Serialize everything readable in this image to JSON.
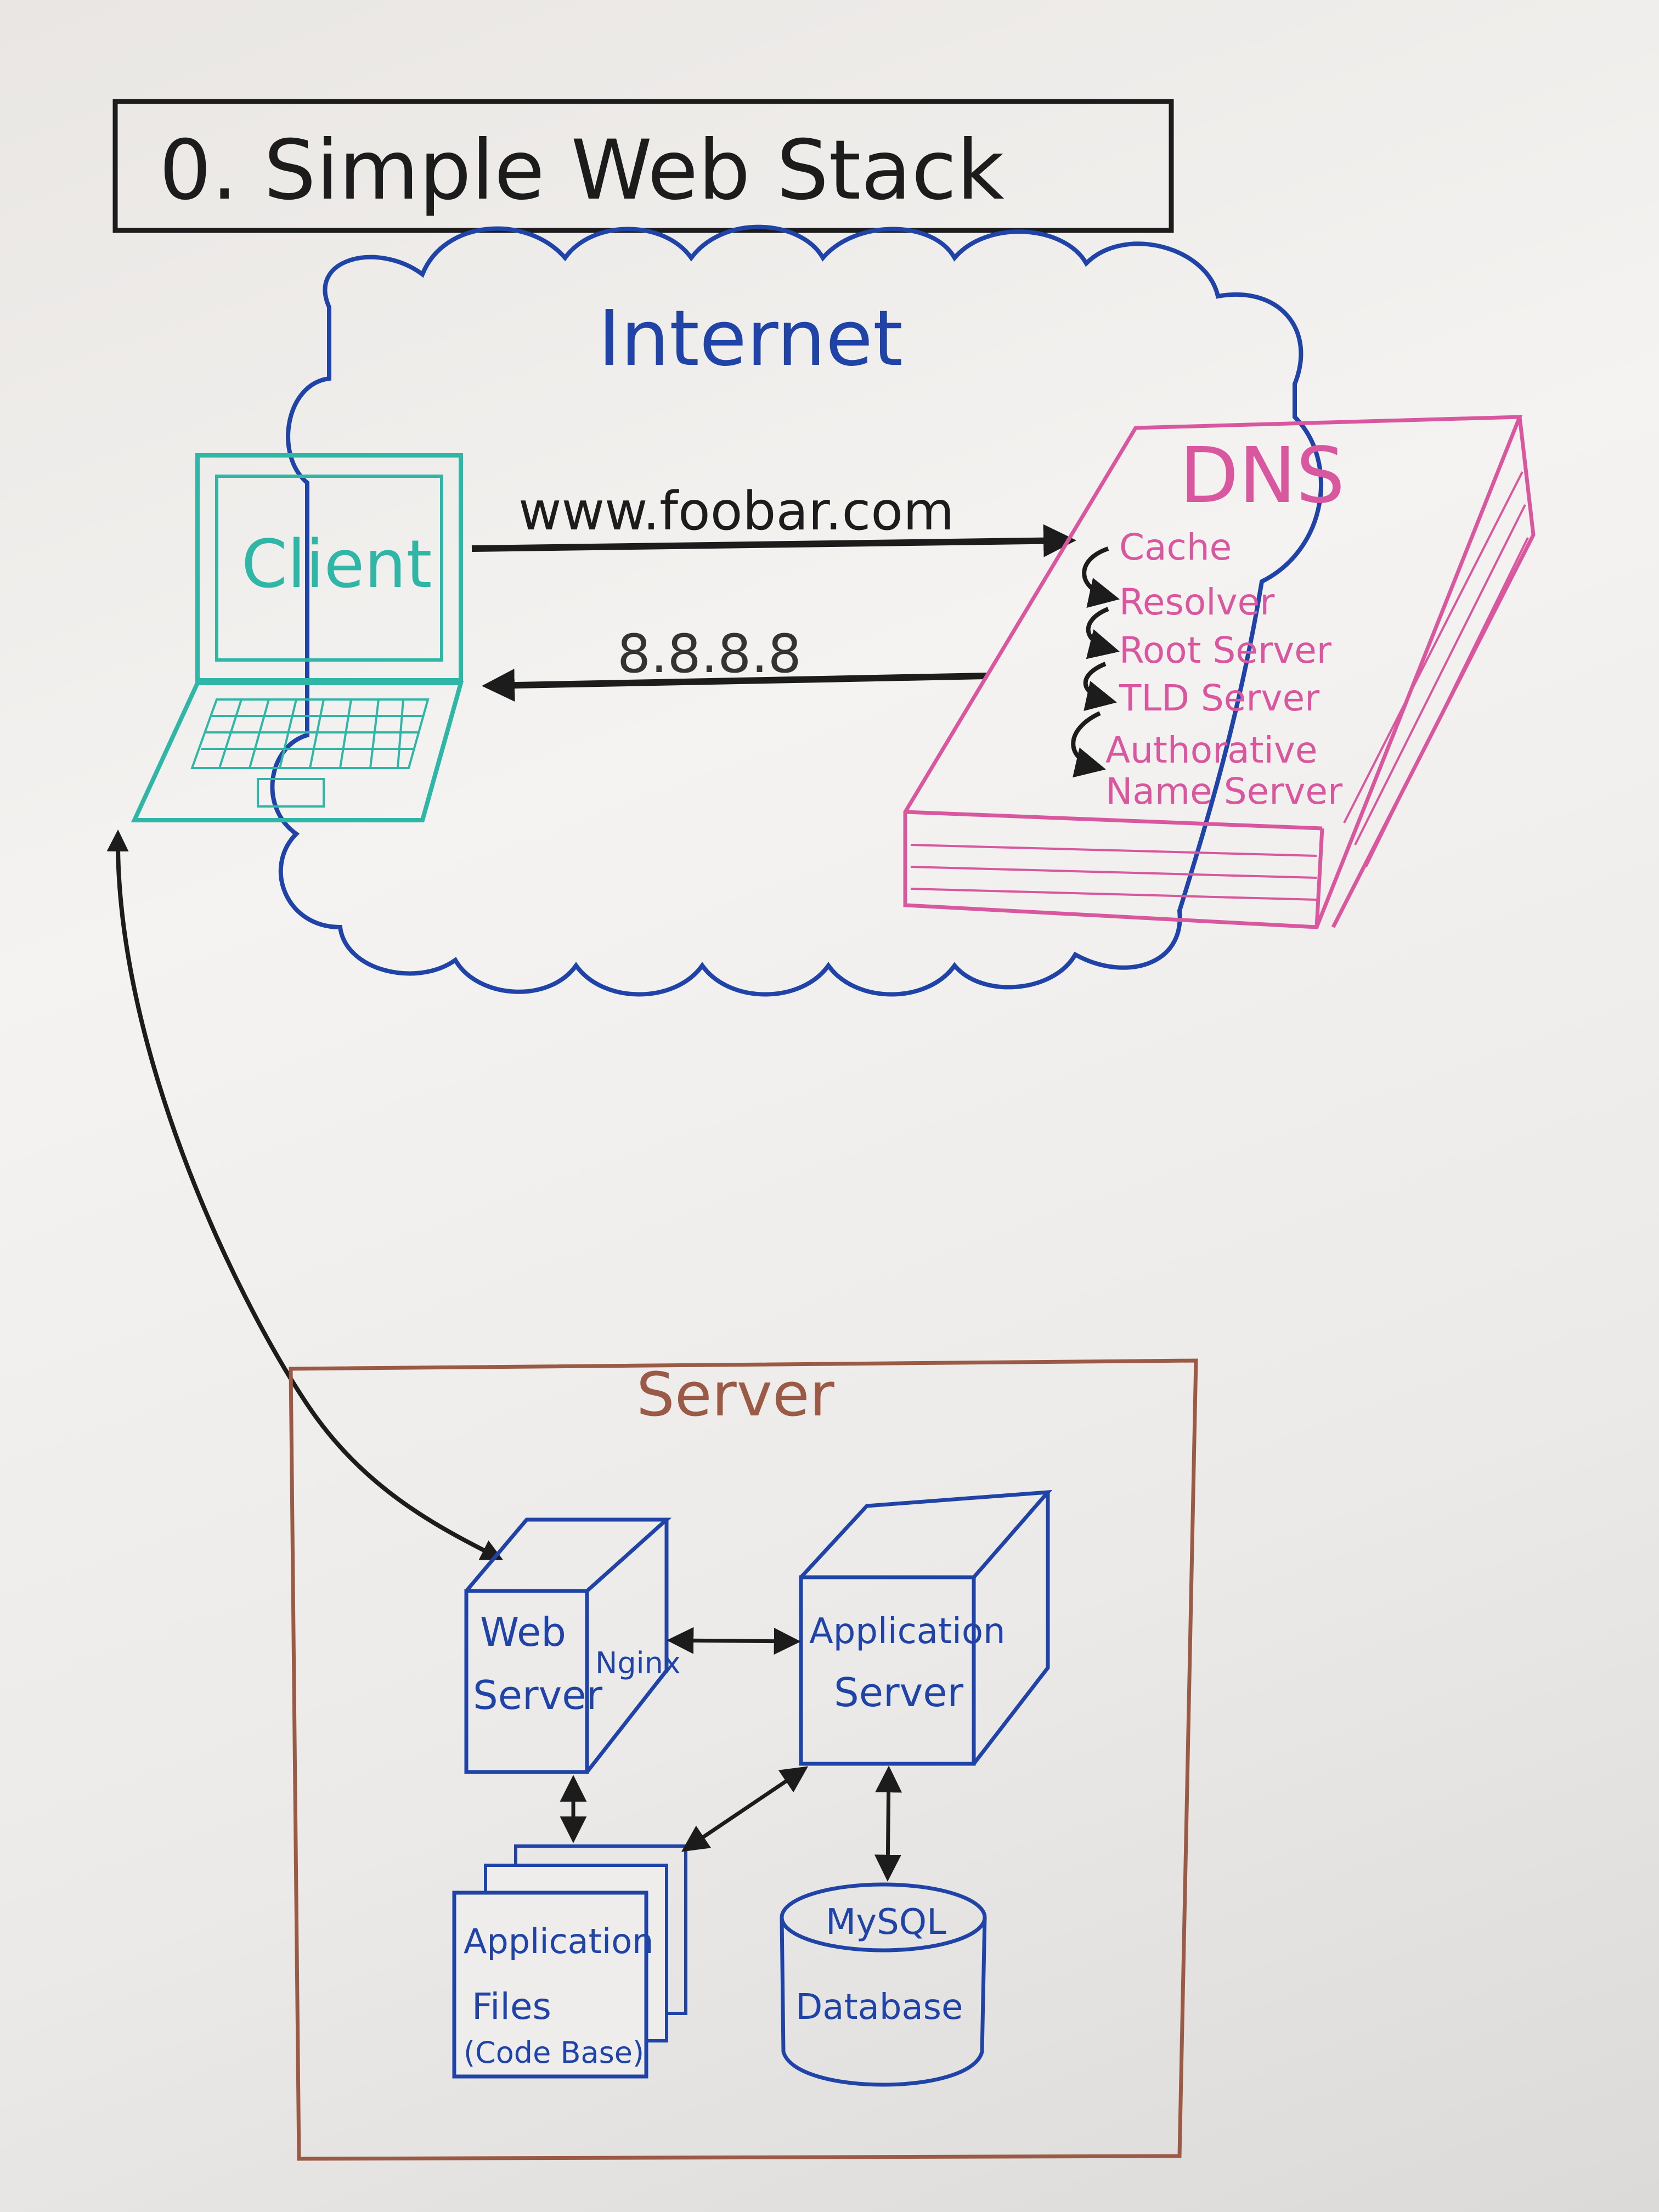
{
  "title": "0. Simple Web Stack",
  "internet": {
    "label": "Internet"
  },
  "client": {
    "label": "Client"
  },
  "dns": {
    "label": "DNS",
    "steps": [
      "Cache",
      "Resolver",
      "Root Server",
      "TLD Server",
      "Authorative",
      "Name Server"
    ]
  },
  "arrows": {
    "request": "www.foobar.com",
    "response": "8.8.8.8"
  },
  "server": {
    "label": "Server",
    "web_server": {
      "line1": "Web",
      "line2": "Server",
      "side": "Nginx"
    },
    "app_server": {
      "line1": "Application",
      "line2": "Server"
    },
    "app_files": {
      "line1": "Application",
      "line2": "Files",
      "line3": "(Code Base)"
    },
    "database": {
      "line1": "MySQL",
      "line2": "Database"
    }
  },
  "colors": {
    "black": "#1c1c1c",
    "blue": "#1f43a6",
    "teal": "#2fb6a6",
    "pink": "#d9579e",
    "brown": "#9a5a45"
  }
}
